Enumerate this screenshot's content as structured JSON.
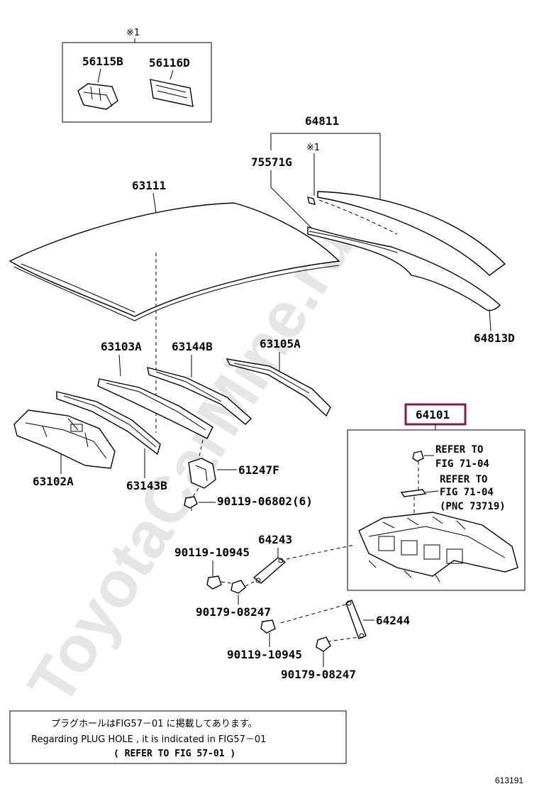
{
  "watermark": "ToyotaCarMine.ru",
  "marker_symbol": "※1",
  "marker_symbol_2": "※1",
  "labels": {
    "p56115b": "56115B",
    "p56116d": "56116D",
    "p64811": "64811",
    "p75571g": "75571G",
    "p63111": "63111",
    "p64813d": "64813D",
    "p63103a": "63103A",
    "p63144b": "63144B",
    "p63105a": "63105A",
    "p64101": "64101",
    "p63102a": "63102A",
    "p63143b": "63143B",
    "p61247f": "61247F",
    "p90119_06802": "90119-06802(6)",
    "p64243": "64243",
    "p90119_10945_a": "90119-10945",
    "p90179_08247_a": "90179-08247",
    "p64244": "64244",
    "p90119_10945_b": "90119-10945",
    "p90179_08247_b": "90179-08247"
  },
  "refer": {
    "line1": "REFER TO",
    "line2": "FIG 71-04",
    "line3": "REFER TO",
    "line4": "FIG 71-04",
    "line5": "(PNC 73719)"
  },
  "footnote": {
    "jp": "プラグホールはFIG57－01 に掲載してあります。",
    "en": "Regarding  PLUG HOLE , it is indicated  in  FIG57－01",
    "ref": "(   REFER TO FIG 57-01  )"
  },
  "figure_number": "613191",
  "colors": {
    "highlight": "#8b1a3a"
  }
}
